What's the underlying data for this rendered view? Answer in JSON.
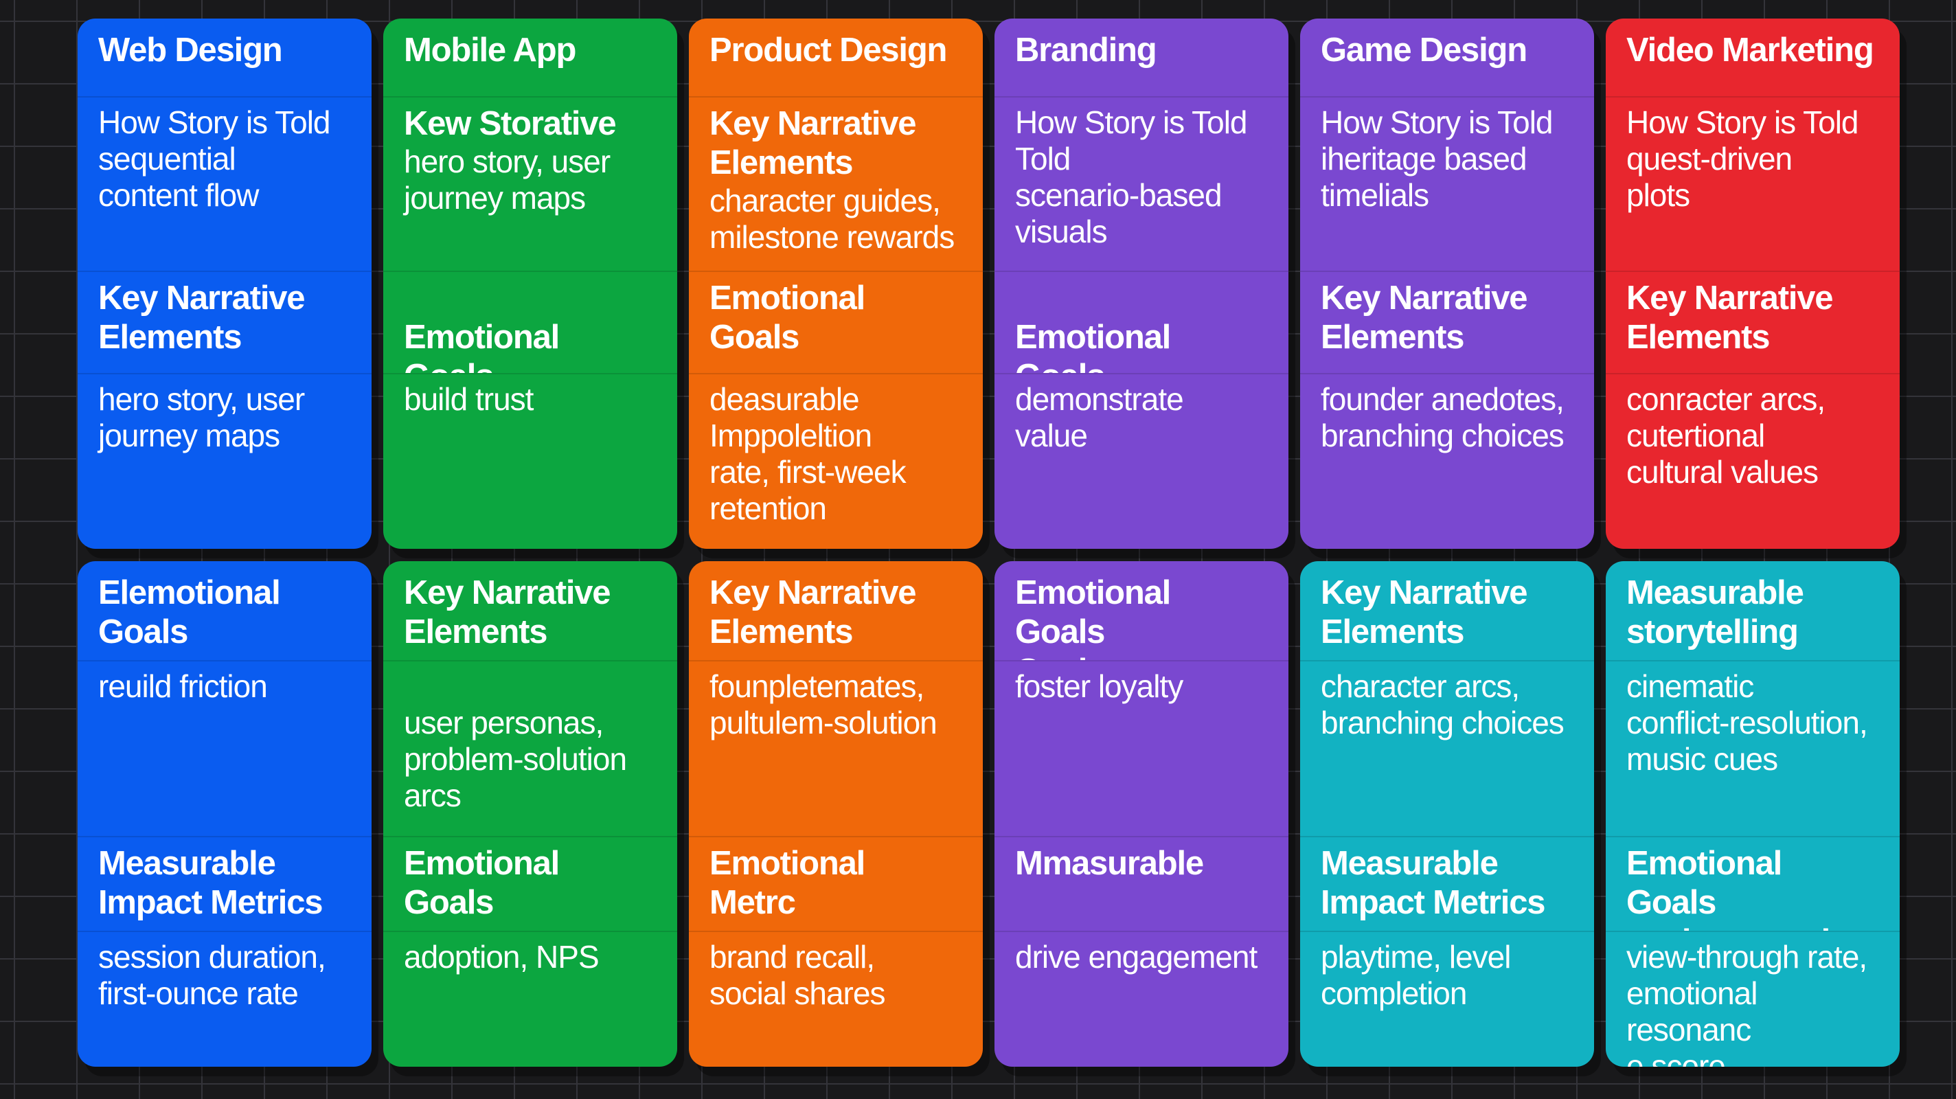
{
  "colors": {
    "blue": "#0a5cf0",
    "green": "#0ca640",
    "orange": "#f0680a",
    "purple": "#7a48d0",
    "red": "#e8262e",
    "teal": "#12b2c2",
    "background": "#19191b"
  },
  "top_row": [
    {
      "color": "blue",
      "title": "Web Design",
      "rows": [
        {
          "heading": "",
          "body": "How Story is Told\nsequential\ncontent flow"
        },
        {
          "heading": "Key Narrative\nElements",
          "body": ""
        },
        {
          "heading": "",
          "body": "hero story, user\njourney maps"
        }
      ]
    },
    {
      "color": "green",
      "title": "Mobile App",
      "rows": [
        {
          "heading": "Kew Storative",
          "body": "hero story, user\njourney maps"
        },
        {
          "heading": "\nEmotional Goals",
          "body": ""
        },
        {
          "heading": "",
          "body": "build trust"
        }
      ]
    },
    {
      "color": "orange",
      "title": "Product Design",
      "rows": [
        {
          "heading": "Key Narrative\nElements",
          "body": "character guides,\nmilestone rewards"
        },
        {
          "heading": "Emotional\nGoals",
          "body": ""
        },
        {
          "heading": "",
          "body": "deasurable\nImppoleltion\nrate, first-week\nretention"
        }
      ]
    },
    {
      "color": "purple",
      "title": "Branding",
      "rows": [
        {
          "heading": "",
          "body": "How Story is Told\nTold\nscenario-based\nvisuals"
        },
        {
          "heading": "\nEmotional Goals",
          "body": ""
        },
        {
          "heading": "",
          "body": "demonstrate\nvalue"
        }
      ]
    },
    {
      "color": "purple",
      "title": "Game Design",
      "rows": [
        {
          "heading": "",
          "body": "How Story is Told\niheritage based\ntimelials"
        },
        {
          "heading": "Key Narrative\nElements",
          "body": ""
        },
        {
          "heading": "",
          "body": "founder anedotes,\nbranching choices"
        }
      ]
    },
    {
      "color": "red",
      "title": "Video Marketing",
      "rows": [
        {
          "heading": "",
          "body": "How Story is Told\nquest-driven\nplots"
        },
        {
          "heading": "Key Narrative\nElements",
          "body": ""
        },
        {
          "heading": "",
          "body": "conracter arcs,\ncutertional\ncultural values"
        }
      ]
    }
  ],
  "bottom_row": [
    {
      "color": "blue",
      "title": "Elemotional\nGoals",
      "rows": [
        {
          "heading": "",
          "body": "reuild friction"
        },
        {
          "heading": "Measurable\nImpact Metrics",
          "body": ""
        },
        {
          "heading": "",
          "body": "session duration,\nfirst-ounce  rate"
        }
      ]
    },
    {
      "color": "green",
      "title": "Key Narrative\nElements",
      "rows": [
        {
          "heading": "",
          "body": "\nuser personas,\nproblem-solution\narcs"
        },
        {
          "heading": "Emotional Goals",
          "body": ""
        },
        {
          "heading": "",
          "body": "adoption, NPS"
        }
      ]
    },
    {
      "color": "orange",
      "title": "Key Narrative\nElements",
      "rows": [
        {
          "heading": "",
          "body": "founpletemates,\npultulem-solution"
        },
        {
          "heading": "Emotional\nMetrc",
          "body": ""
        },
        {
          "heading": "",
          "body": "brand recall,\nsocial shares"
        }
      ]
    },
    {
      "color": "purple",
      "title": "Emotional Goals\nGoals",
      "rows": [
        {
          "heading": "",
          "body": "foster loyalty"
        },
        {
          "heading": "Mmasurable",
          "body": ""
        },
        {
          "heading": "",
          "body": "drive engagement"
        }
      ]
    },
    {
      "color": "teal",
      "title": "Key Narrative\nElements",
      "rows": [
        {
          "heading": "",
          "body": "character arcs,\nbranching choices"
        },
        {
          "heading": "Measurable\nImpact Metrics",
          "body": ""
        },
        {
          "heading": "",
          "body": "playtime, level\ncompletion"
        }
      ]
    },
    {
      "color": "teal",
      "title": "Measurable\nstorytelling",
      "rows": [
        {
          "heading": "",
          "body": "cinematic\nconflict-resolution,\nmusic cues"
        },
        {
          "heading": "Emotional Goals\nevoke empathy",
          "body": ""
        },
        {
          "heading": "",
          "body": "view-through rate,\nemotional resonanc\ne score"
        }
      ]
    }
  ]
}
